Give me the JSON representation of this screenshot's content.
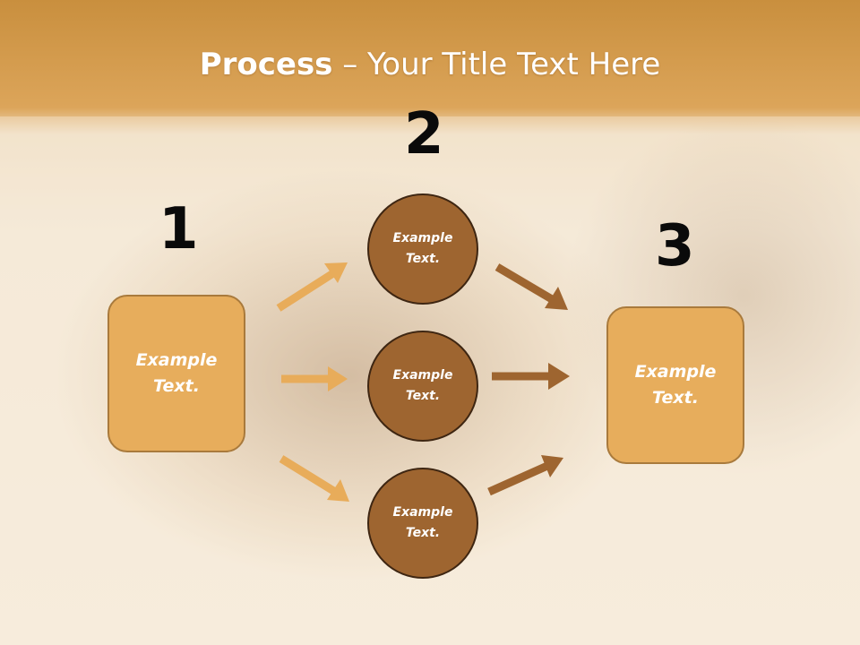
{
  "title": {
    "bold": "Process",
    "rest": " – Your Title Text Here"
  },
  "steps": [
    {
      "number": "1"
    },
    {
      "number": "2"
    },
    {
      "number": "3"
    }
  ],
  "left_box": {
    "text": "Example\nText."
  },
  "circles": [
    {
      "text": "Example\nText."
    },
    {
      "text": "Example\nText."
    },
    {
      "text": "Example\nText."
    }
  ],
  "right_box": {
    "text": "Example\nText."
  },
  "colors": {
    "box_fill": "#e7ad5c",
    "circle_fill": "#9e6530",
    "arrow_light": "#e8ac5a",
    "arrow_dark": "#9e6530"
  }
}
